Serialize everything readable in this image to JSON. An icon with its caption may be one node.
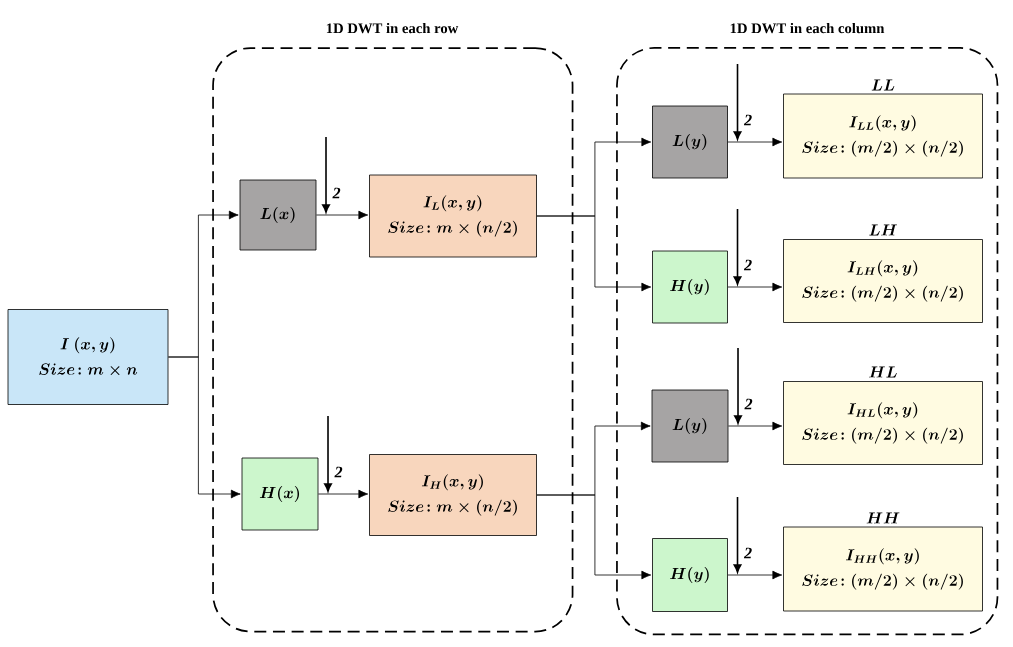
{
  "diagram": {
    "nodes": [
      {
        "text": [
          "1D DWT in each row"
        ]
      },
      {
        "text": [
          "1D DWT in each column"
        ]
      },
      {
        "text": [
          "I\\ (x,y)",
          "Size\\!: m\\times n"
        ]
      },
      {
        "text": [
          "L(x)"
        ],
        "in": 0
      },
      {
        "text": [
          "I_L(x,y)",
          "Size\\!: m\\times (n/2)"
        ],
        "in": 0
      },
      {
        "text": [
          "H(x)"
        ],
        "in": 0
      },
      {
        "text": [
          "I_H(x,y)",
          "Size\\!: m\\times (n/2)"
        ],
        "in": 0
      },
      {
        "text": [
          "L(y)"
        ],
        "in": 1
      },
      {
        "text": [
          "LL",
          "I_{LL}(x,y)",
          "Size\\!: (m/2)\\times (n/2)"
        ],
        "in": 1
      },
      {
        "text": [
          "H(y)"
        ],
        "in": 1
      },
      {
        "text": [
          "LH",
          "I_{LH}(x,y)",
          "Size\\!: (m/2)\\times (n/2)"
        ],
        "in": 1
      },
      {
        "text": [
          "L(y)"
        ],
        "in": 1
      },
      {
        "text": [
          "HL",
          "I_{HL}(x,y)",
          "Size\\!: (m/2)\\times (n/2)"
        ],
        "in": 1
      },
      {
        "text": [
          "H(y)"
        ],
        "in": 1
      },
      {
        "text": [
          "HH",
          "I_{HH}(x,y)",
          "Size\\!: (m/2)\\times (n/2)"
        ],
        "in": 1
      }
    ],
    "edges": [
      {
        "from": 2,
        "to": 3,
        "arrow": "to"
      },
      {
        "from": 2,
        "to": 5,
        "arrow": "to"
      },
      {
        "from": 3,
        "to": 4,
        "arrow": "to"
      },
      {
        "from": 5,
        "to": 6,
        "arrow": "to"
      },
      {
        "from": 4,
        "to": 7,
        "arrow": "to"
      },
      {
        "from": 4,
        "to": 9,
        "arrow": "to"
      },
      {
        "from": 6,
        "to": 11,
        "arrow": "to"
      },
      {
        "from": 6,
        "to": 13,
        "arrow": "to"
      },
      {
        "from": 7,
        "to": 8,
        "arrow": "to"
      },
      {
        "from": 9,
        "to": 10,
        "arrow": "to"
      },
      {
        "from": 11,
        "to": 12,
        "arrow": "to"
      },
      {
        "from": 13,
        "to": 14,
        "arrow": "to"
      }
    ],
    "labels": [
      "2",
      "2",
      "2",
      "2",
      "2",
      "2"
    ]
  }
}
